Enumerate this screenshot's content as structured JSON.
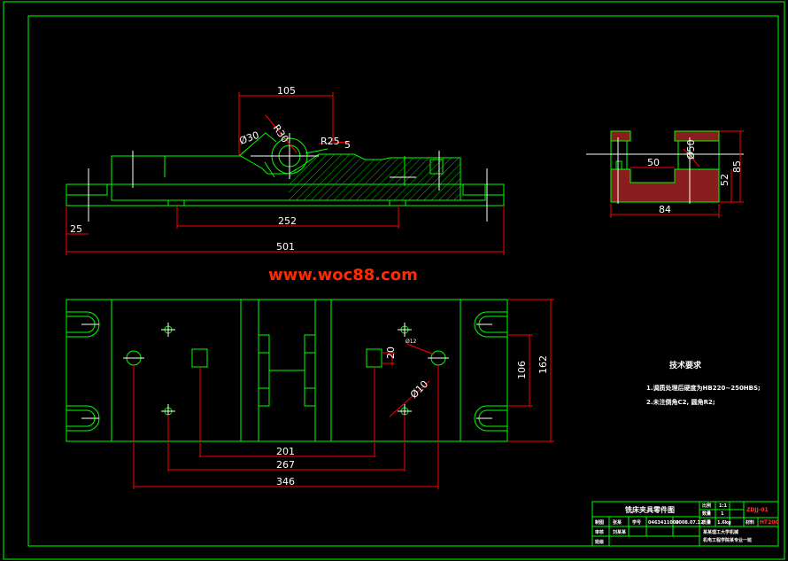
{
  "dimensions": {
    "front": {
      "d105": "105",
      "r30": "R30",
      "d30": "Ø30",
      "r25": "R25",
      "d5": "5",
      "d252": "252",
      "d25": "25",
      "d501": "501"
    },
    "side": {
      "d50": "50",
      "d50b": "Ø50",
      "d52": "52",
      "d85": "85",
      "d84": "84"
    },
    "plan": {
      "d20": "20",
      "d12": "Ø12",
      "d10": "Ø10",
      "d106": "106",
      "d162": "162",
      "d201": "201",
      "d267": "267",
      "d346": "346"
    }
  },
  "watermark": "www.woc88.com",
  "tech": {
    "title": "技术要求",
    "lines": [
      "1.调质处理后硬度为HB220~250HBS;",
      "2.未注倒角C2, 圆角R2;"
    ]
  },
  "title_block": {
    "name": "铣床夹具零件图",
    "drawing_no": "ZDJJ-01",
    "scale_label": "比例",
    "scale": "1:1",
    "qty_label": "数量",
    "qty": "1",
    "weight_label": "质量",
    "weight": "1.6kg",
    "material_label": "材料",
    "material": "HT200",
    "designer_label": "制图",
    "designer": "张某",
    "checker_label": "审核",
    "checker": "刘某某",
    "std_label": "学号",
    "student_no": "0463411000",
    "date": "2008.07.12",
    "school_line1": "某某理工大学机械",
    "school_line2": "机电工程学院某专业一班",
    "class_label": "班级"
  },
  "colors": {
    "outline": "#00ff00",
    "dim": "#ff0000",
    "center": "#ffffff",
    "section": "#8a1e1e",
    "hatch": "#00cc00",
    "text": "#ffffff"
  }
}
